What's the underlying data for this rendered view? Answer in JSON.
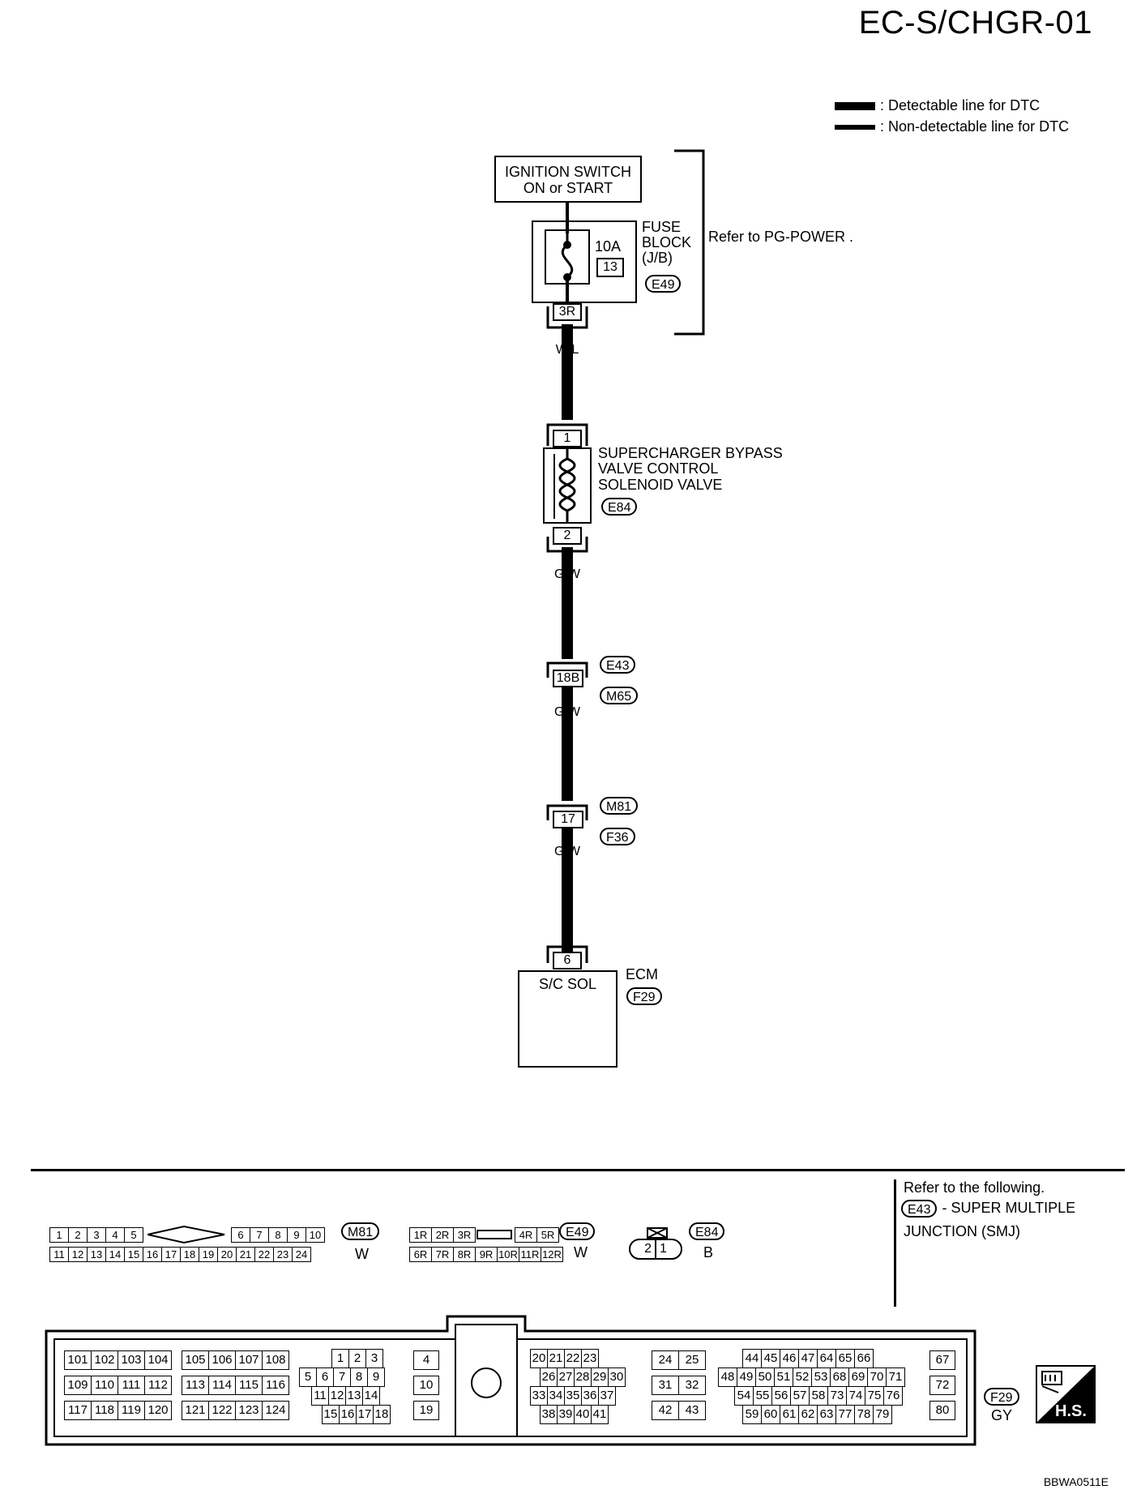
{
  "page_title": "EC-S/CHGR-01",
  "legend": {
    "detectable": ": Detectable line for DTC",
    "non_detectable": ": Non-detectable line for DTC"
  },
  "ignition": {
    "line1": "IGNITION SWITCH",
    "line2": "ON or START"
  },
  "fuse": {
    "rating": "10A",
    "number": "13",
    "block_line1": "FUSE",
    "block_line2": "BLOCK",
    "block_line3": "(J/B)",
    "connector": "E49",
    "pin": "3R",
    "refer": "Refer to  PG-POWER ."
  },
  "wires": {
    "w1": "W/L",
    "w2": "G/W",
    "w3": "G/W",
    "w4": "G/W"
  },
  "solenoid": {
    "line1": "SUPERCHARGER BYPASS",
    "line2": "VALVE CONTROL",
    "line3": "SOLENOID VALVE",
    "connector": "E84",
    "pin_top": "1",
    "pin_bottom": "2"
  },
  "joint1": {
    "pin": "18B",
    "conn_top": "E43",
    "conn_bottom": "M65"
  },
  "joint2": {
    "pin": "17",
    "conn_top": "M81",
    "conn_bottom": "F36"
  },
  "ecm": {
    "pin": "6",
    "terminal": "S/C SOL",
    "name": "ECM",
    "connector": "F29"
  },
  "connectors": {
    "m81": {
      "id": "M81",
      "color": "W",
      "row1_left": [
        "1",
        "2",
        "3",
        "4",
        "5"
      ],
      "row1_right": [
        "6",
        "7",
        "8",
        "9",
        "10"
      ],
      "row2": [
        "11",
        "12",
        "13",
        "14",
        "15",
        "16",
        "17",
        "18",
        "19",
        "20",
        "21",
        "22",
        "23",
        "24"
      ]
    },
    "e49": {
      "id": "E49",
      "color": "W",
      "row1_left": [
        "1R",
        "2R",
        "3R"
      ],
      "row1_right": [
        "4R",
        "5R"
      ],
      "row2": [
        "6R",
        "7R",
        "8R",
        "9R",
        "10R",
        "11R",
        "12R"
      ]
    },
    "e84": {
      "id": "E84",
      "color": "B",
      "pins": [
        "2",
        "1"
      ]
    },
    "f29": {
      "id": "F29",
      "color": "GY",
      "g1": [
        [
          "101",
          "102",
          "103",
          "104"
        ],
        [
          "109",
          "110",
          "111",
          "112"
        ],
        [
          "117",
          "118",
          "119",
          "120"
        ]
      ],
      "g2": [
        [
          "105",
          "106",
          "107",
          "108"
        ],
        [
          "113",
          "114",
          "115",
          "116"
        ],
        [
          "121",
          "122",
          "123",
          "124"
        ]
      ],
      "g3": [
        [
          "1",
          "2",
          "3"
        ],
        [
          "5",
          "6",
          "7",
          "8",
          "9"
        ],
        [
          "11",
          "12",
          "13",
          "14"
        ],
        [
          "15",
          "16",
          "17",
          "18"
        ]
      ],
      "g4": [
        "4",
        "10",
        "19"
      ],
      "g5": [
        [
          "20",
          "21",
          "22",
          "23"
        ],
        [
          "26",
          "27",
          "28",
          "29",
          "30"
        ],
        [
          "33",
          "34",
          "35",
          "36",
          "37"
        ],
        [
          "38",
          "39",
          "40",
          "41"
        ]
      ],
      "g6": [
        [
          "24",
          "25"
        ],
        [
          "31",
          "32"
        ],
        [
          "42",
          "43"
        ]
      ],
      "g7": [
        [
          "44",
          "45",
          "46",
          "47",
          "64",
          "65",
          "66"
        ],
        [
          "48",
          "49",
          "50",
          "51",
          "52",
          "53",
          "68",
          "69",
          "70",
          "71"
        ],
        [
          "54",
          "55",
          "56",
          "57",
          "58",
          "73",
          "74",
          "75",
          "76"
        ],
        [
          "59",
          "60",
          "61",
          "62",
          "63",
          "77",
          "78",
          "79"
        ]
      ],
      "g8": [
        "67",
        "72",
        "80"
      ]
    }
  },
  "reference": {
    "line1": "Refer to the following.",
    "conn": "E43",
    "line2": "- SUPER MULTIPLE",
    "line3": "JUNCTION (SMJ)"
  },
  "hs_badge": "H.S.",
  "figure_code": "BBWA0511E"
}
